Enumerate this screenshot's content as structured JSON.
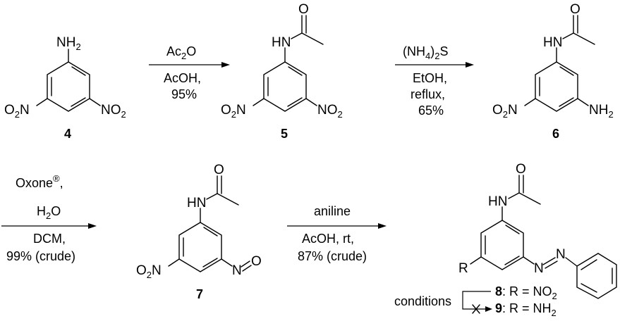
{
  "compounds": {
    "c4": {
      "number": "4"
    },
    "c5": {
      "number": "5"
    },
    "c6": {
      "number": "6"
    },
    "c7": {
      "number": "7"
    },
    "c8": {
      "number": "8",
      "label_rest": ": R = NO",
      "label_sub": "2"
    },
    "c9": {
      "number": "9",
      "label_rest": ": R = NH",
      "label_sub": "2"
    }
  },
  "atoms": {
    "N": "N",
    "NH": "NH",
    "HN": "HN",
    "O": "O",
    "R": "R",
    "H": "H",
    "O2": "O",
    "two": "2"
  },
  "steps": [
    {
      "reagent_main": "Ac",
      "reagent_sub": "2",
      "reagent_tail": "O",
      "line2": "AcOH,",
      "yield": "95%"
    },
    {
      "reagent_open": "(NH",
      "reagent_sub": "4",
      "reagent_mid": ")",
      "reagent_sub2": "2",
      "reagent_tail": "S",
      "line2": "EtOH,",
      "line3": "reflux,",
      "yield": "65%"
    },
    {
      "reagent_main": "Oxone",
      "reagent_sup": "®",
      "reagent_tail": ",",
      "line2_main": "H",
      "line2_sub": "2",
      "line2_tail": "O",
      "line3": "DCM,",
      "yield": "99% (crude)"
    },
    {
      "reagent_main": "aniline",
      "line2": "AcOH, rt,",
      "yield": "87% (crude)"
    }
  ],
  "failed_step": {
    "label": "conditions"
  }
}
